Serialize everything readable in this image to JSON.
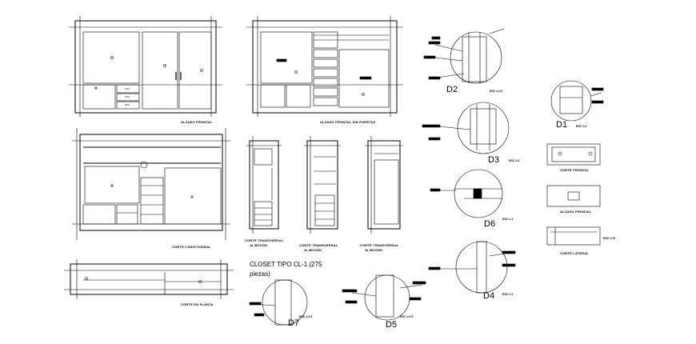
{
  "sheet": {
    "captions": {
      "alzado_frontal": "ALZADO FRONTAL",
      "alzado_frontal_sin_puertas": "ALZADO FRONTAL SIN PUERTAS",
      "corte_longitudinal": "CORTE LONGITUDINAL",
      "corte_transversal_1": "CORTE TRANSVERSAL",
      "corte_transversal_2": "CORTE TRANSVERSAL",
      "corte_transversal_3": "CORTE TRANSVERSAL",
      "seccion_1": "1a. SECCIÓN",
      "seccion_2": "2a. SECCIÓN",
      "seccion_3": "3a. SECCIÓN",
      "corte_en_planta": "CORTE EN PLANTA",
      "detail_corte_frontal": "CORTE FRONTAL",
      "detail_alzado_frontal": "ALZADO FRONTAL",
      "detail_corte_lateral": "CORTE LATERAL"
    },
    "title_line1": "CLOSET TIPO CL-1 (275",
    "title_line2": "piezas)",
    "details": {
      "d1": "D1",
      "d2": "D2",
      "d3": "D3",
      "d4": "D4",
      "d5": "D5",
      "d6": "D6",
      "d7": "D7"
    },
    "scales": {
      "d1": "ESC 1:2",
      "d2": "ESC 1:2.5",
      "d3": "ESC 1:2",
      "d4": "ESC 1:1",
      "d5": "ESC 1:2.5",
      "d6": "ESC 1:1",
      "d7": "ESC 1:2.5",
      "lateral": "ESC 1:10"
    },
    "colors": {
      "line": "#000000",
      "background": "#ffffff"
    }
  }
}
